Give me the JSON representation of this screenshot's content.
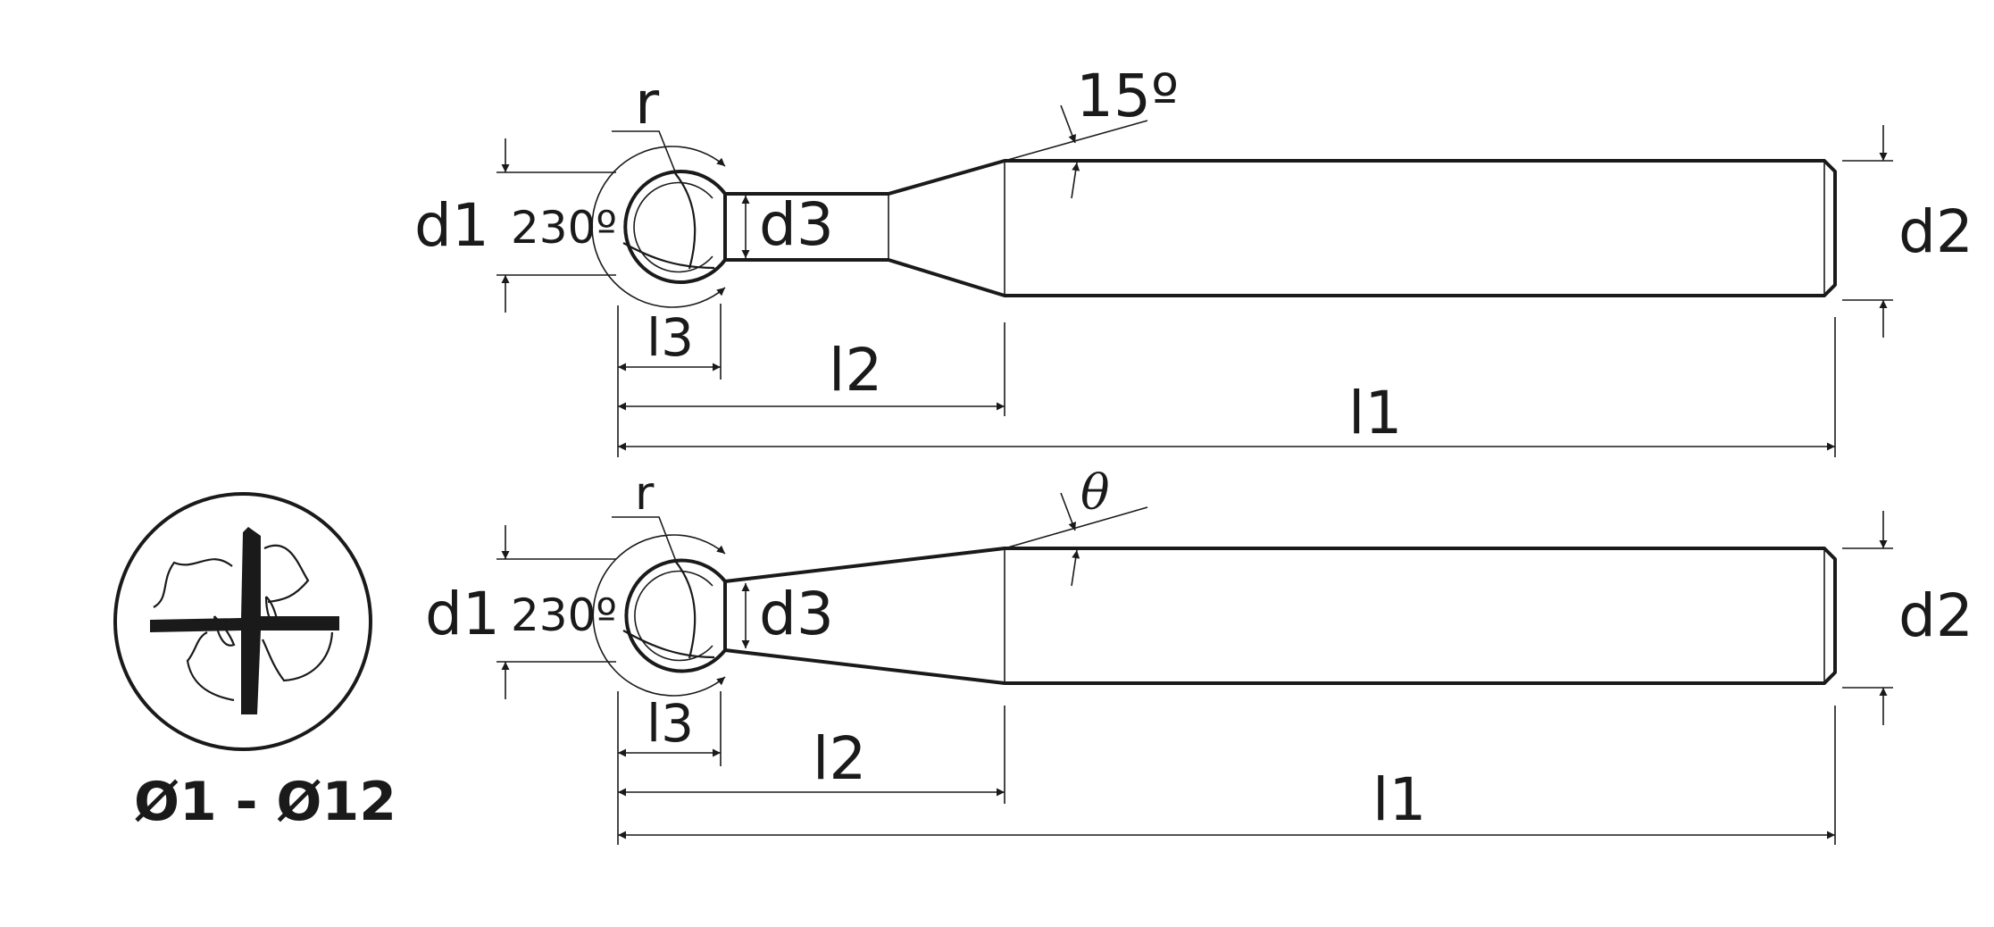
{
  "top_view": {
    "r_label": "r",
    "taper_angle_label": "15º",
    "d1_label": "d1",
    "ball_angle_label": "230º",
    "d3_label": "d3",
    "d2_label": "d2",
    "l3_label": "l3",
    "l2_label": "l2",
    "l1_label": "l1"
  },
  "bottom_view": {
    "r_label": "r",
    "taper_angle_label": "θ",
    "d1_label": "d1",
    "ball_angle_label": "230º",
    "d3_label": "d3",
    "d2_label": "d2",
    "l3_label": "l3",
    "l2_label": "l2",
    "l1_label": "l1"
  },
  "cross_section": {
    "diameter_range": "Ø1 - Ø12"
  }
}
